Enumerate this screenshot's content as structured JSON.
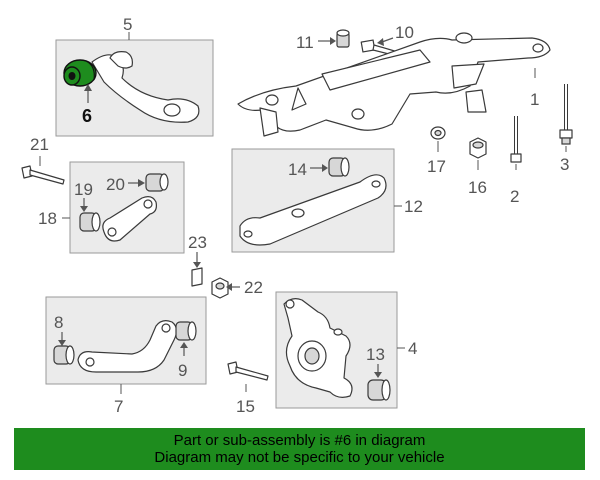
{
  "callouts": {
    "c1": "1",
    "c2": "2",
    "c3": "3",
    "c4": "4",
    "c5": "5",
    "c6": "6",
    "c7": "7",
    "c8": "8",
    "c9": "9",
    "c10": "10",
    "c11": "11",
    "c12": "12",
    "c13": "13",
    "c14": "14",
    "c15": "15",
    "c16": "16",
    "c17": "17",
    "c18": "18",
    "c19": "19",
    "c20": "20",
    "c21": "21",
    "c22": "22",
    "c23": "23"
  },
  "highlight_color": "#1e8c1e",
  "banner": {
    "line1": "Part or sub-assembly is #6 in diagram",
    "line2": "Diagram may not be specific to your vehicle"
  }
}
